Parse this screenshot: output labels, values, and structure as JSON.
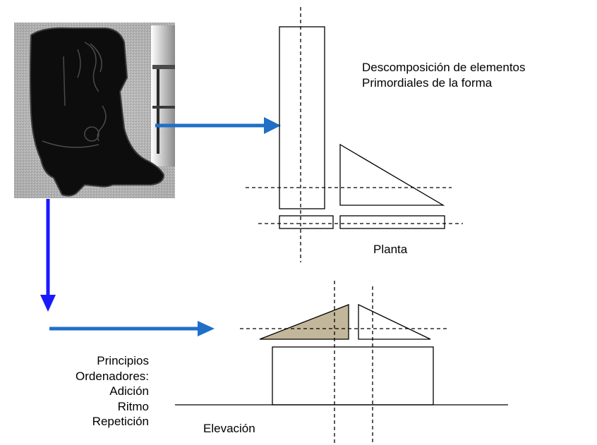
{
  "title_lines": [
    "Descomposición de elementos",
    "Primordiales de la forma"
  ],
  "views": {
    "plan_label": "Planta",
    "elevation_label": "Elevación"
  },
  "principles": {
    "heading": [
      "Principios",
      "Ordenadores:"
    ],
    "items": [
      "Adición",
      "Ritmo",
      "Repetición"
    ]
  },
  "colors": {
    "arrow": "#1f6fc8",
    "arrow_down": "#1a1aff",
    "shaded_fill": "#c2b79a",
    "line": "#000000"
  },
  "image": {
    "subject": "cowboy-boot-photo"
  }
}
